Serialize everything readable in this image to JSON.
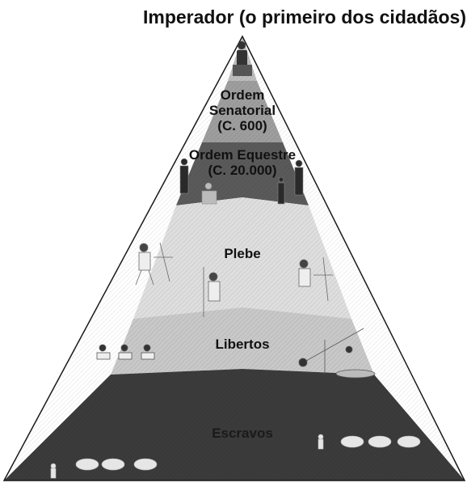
{
  "title": "Imperador (o primeiro dos cidadãos)",
  "tiers": [
    {
      "lines": [
        "Ordem",
        "Senatorial",
        "(C. 600)"
      ]
    },
    {
      "lines": [
        "Ordem Equestre",
        "(C. 20.000)"
      ]
    },
    {
      "lines": [
        "Plebe"
      ]
    },
    {
      "lines": [
        "Libertos"
      ]
    },
    {
      "lines": [
        "Escravos"
      ]
    }
  ],
  "colors": {
    "apex": "#bdbdbd",
    "senatorial": "#9e9e9e",
    "equestre": "#5a5a5a",
    "plebe": "#dedede",
    "libertos": "#c8c8c8",
    "escravos": "#3b3b3b",
    "outline": "#1a1a1a"
  }
}
